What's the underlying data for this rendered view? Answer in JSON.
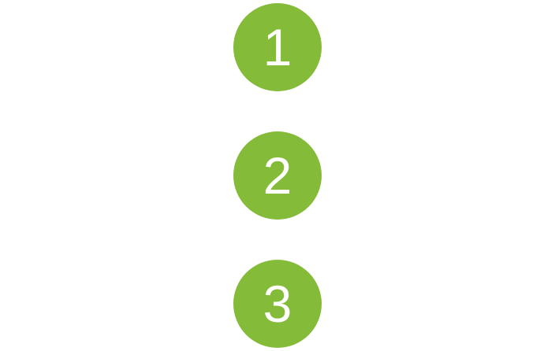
{
  "theme": {
    "badge_color": "#84bc39",
    "text_color": "#ffffff"
  },
  "steps": [
    {
      "label": "1"
    },
    {
      "label": "2"
    },
    {
      "label": "3"
    }
  ]
}
